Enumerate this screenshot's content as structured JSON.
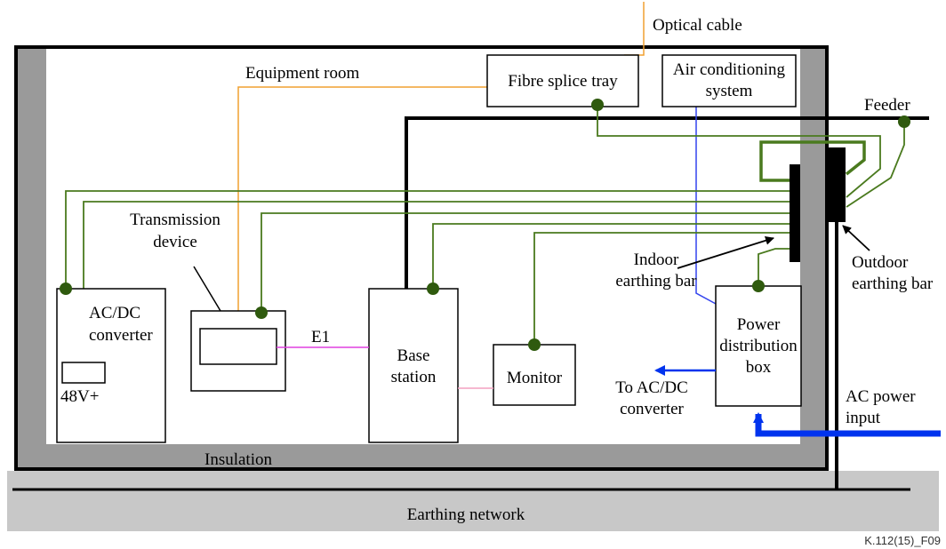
{
  "labels": {
    "optical_cable": "Optical cable",
    "equipment_room": "Equipment room",
    "fibre_splice_tray": "Fibre splice tray",
    "air_conditioning_line1": "Air conditioning",
    "air_conditioning_line2": "system",
    "feeder": "Feeder",
    "transmission_line1": "Transmission",
    "transmission_line2": "device",
    "ac_dc_line1": "AC/DC",
    "ac_dc_line2": "converter",
    "v48": "48V+",
    "e1": "E1",
    "base_station_line1": "Base",
    "base_station_line2": "station",
    "monitor": "Monitor",
    "indoor_bar_line1": "Indoor",
    "indoor_bar_line2": "earthing bar",
    "outdoor_bar_line1": "Outdoor",
    "outdoor_bar_line2": "earthing bar",
    "power_box_line1": "Power",
    "power_box_line2": "distribution",
    "power_box_line3": "box",
    "to_acdc_line1": "To AC/DC",
    "to_acdc_line2": "converter",
    "ac_power_line1": "AC power",
    "ac_power_line2": "input",
    "insulation": "Insulation",
    "earthing_network": "Earthing network",
    "figure_code": "K.112(15)_F09"
  },
  "colors": {
    "earth_wire": "#4a7a1e",
    "earth_node": "#2f5a0e",
    "optical": "#f0a030",
    "power": "#0033ee",
    "e1": "#e040e0",
    "monitor_link": "#f4a0c0",
    "ac_feed": "#3344ee",
    "wall": "#9a9a9a",
    "ground": "#c8c8c8"
  }
}
